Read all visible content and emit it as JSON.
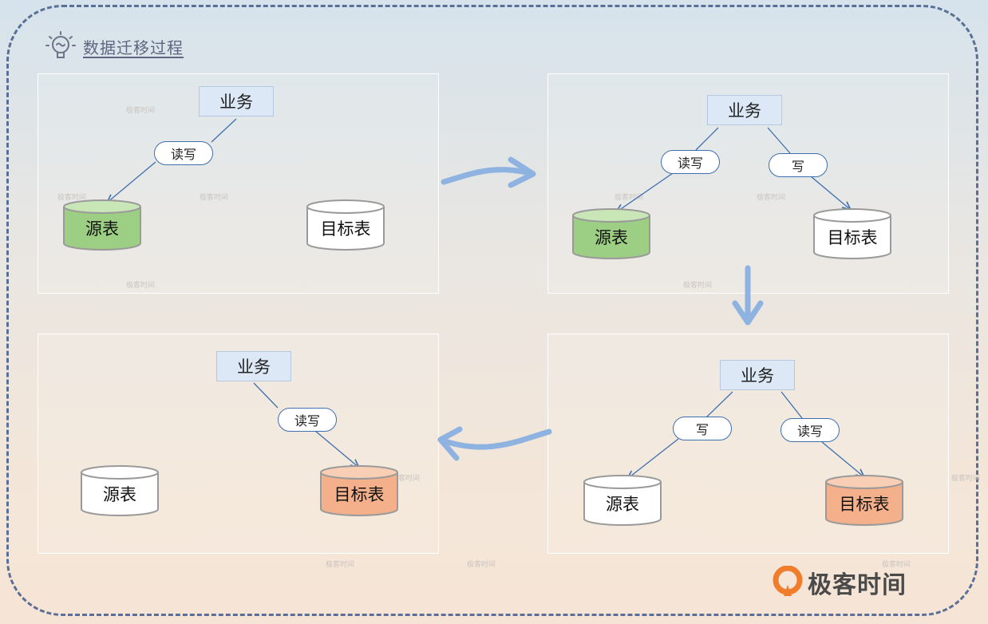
{
  "title": "数据迁移过程",
  "labels": {
    "business": "业务",
    "read_write": "读写",
    "write": "写",
    "source_table": "源表",
    "target_table": "目标表"
  },
  "colors": {
    "source_active": "#9ccf84",
    "target_active": "#f3b08a",
    "inactive": "#ffffff",
    "flow_arrow": "#8fb3e0",
    "edge": "#3e6fae"
  },
  "stages": [
    {
      "stage": 1,
      "edges": [
        {
          "from": "业务",
          "to": "源表",
          "label": "读写"
        }
      ],
      "active": [
        "源表"
      ]
    },
    {
      "stage": 2,
      "edges": [
        {
          "from": "业务",
          "to": "源表",
          "label": "读写"
        },
        {
          "from": "业务",
          "to": "目标表",
          "label": "写"
        }
      ],
      "active": [
        "源表"
      ]
    },
    {
      "stage": 3,
      "edges": [
        {
          "from": "业务",
          "to": "源表",
          "label": "写"
        },
        {
          "from": "业务",
          "to": "目标表",
          "label": "读写"
        }
      ],
      "active": [
        "目标表"
      ]
    },
    {
      "stage": 4,
      "edges": [
        {
          "from": "业务",
          "to": "目标表",
          "label": "读写"
        }
      ],
      "active": [
        "目标表"
      ]
    }
  ],
  "logo": {
    "text": "极客时间"
  },
  "watermark": "极客时间"
}
